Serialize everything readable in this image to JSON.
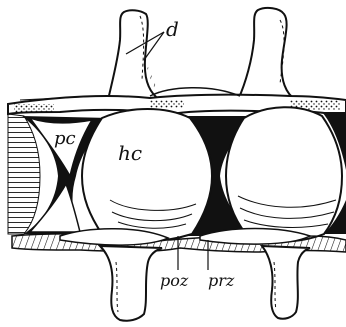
{
  "figure": {
    "labels": {
      "d": "d",
      "pc": "pc",
      "hc": "hc",
      "poz": "poz",
      "prz": "prz"
    },
    "colors": {
      "ink": "#111111",
      "paper": "#ffffff",
      "shade": "#d9d9d9"
    }
  }
}
